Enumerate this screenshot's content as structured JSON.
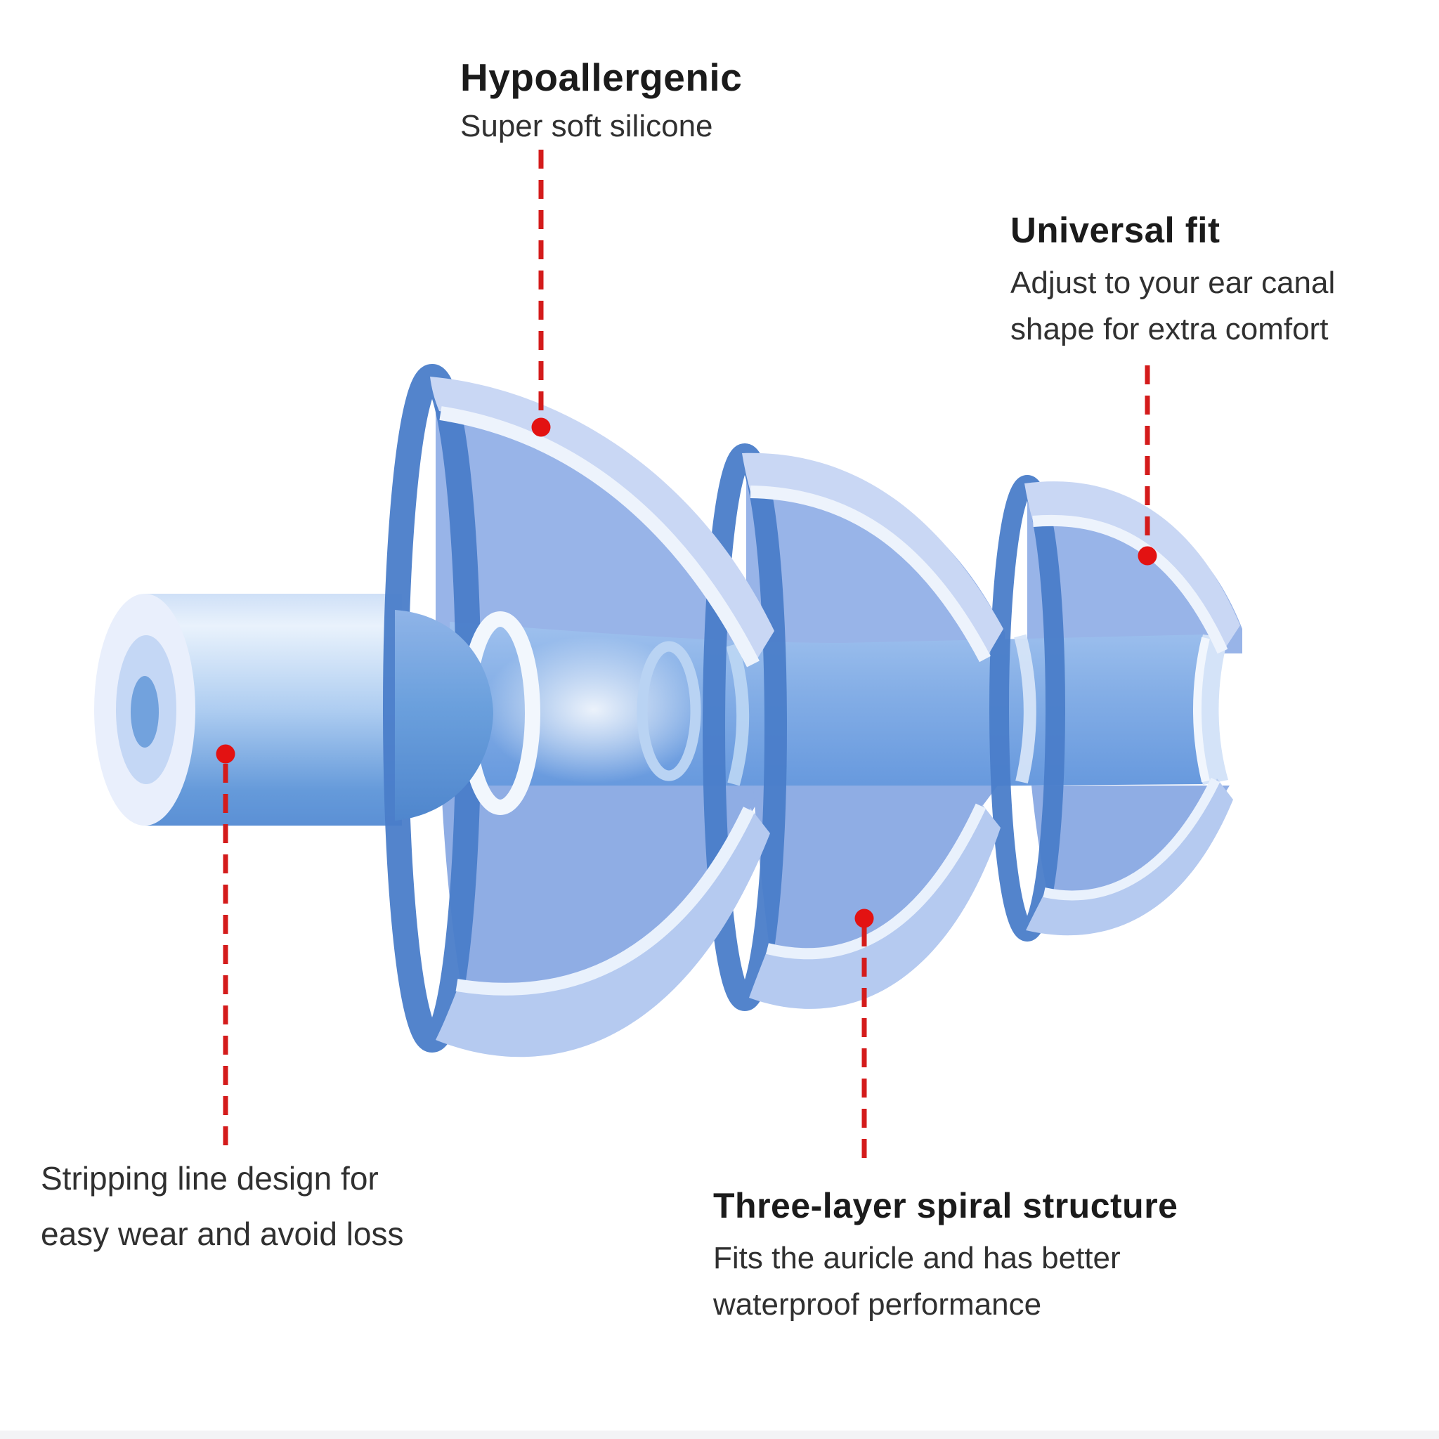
{
  "page": {
    "background": "#ffffff",
    "footer_strip_color": "#f3f3f5"
  },
  "illustration": {
    "name": "three-flange silicone earplug cutaway",
    "colors": {
      "flange_light": "#c9d7f4",
      "flange_shadow": "#b5caf0",
      "inner_surface_upper": "#98b4e8",
      "inner_surface_lower": "#8fade4",
      "rim_dark": "#4a7dc9",
      "cut_edge_white": "#edf3fc",
      "shaft_top": "#9fc1ee",
      "shaft_bottom": "#5e92d8",
      "stem_highlight": "#e9f2fc",
      "stem_deep": "#5b90d5",
      "accent_red": "#d41b1b",
      "dot_red": "#e31212"
    }
  },
  "annotations": [
    {
      "id": "hypoallergenic",
      "heading": "Hypoallergenic",
      "lines": [
        "Super soft silicone"
      ]
    },
    {
      "id": "universal-fit",
      "heading": "Universal fit",
      "lines": [
        "Adjust to your ear canal",
        "shape for extra comfort"
      ]
    },
    {
      "id": "stripping-line",
      "heading": "",
      "lines": [
        "Stripping line design for",
        "easy wear and avoid loss"
      ]
    },
    {
      "id": "three-layer",
      "heading": "Three-layer spiral structure",
      "lines": [
        "Fits the auricle and has better",
        "waterproof performance"
      ]
    }
  ]
}
